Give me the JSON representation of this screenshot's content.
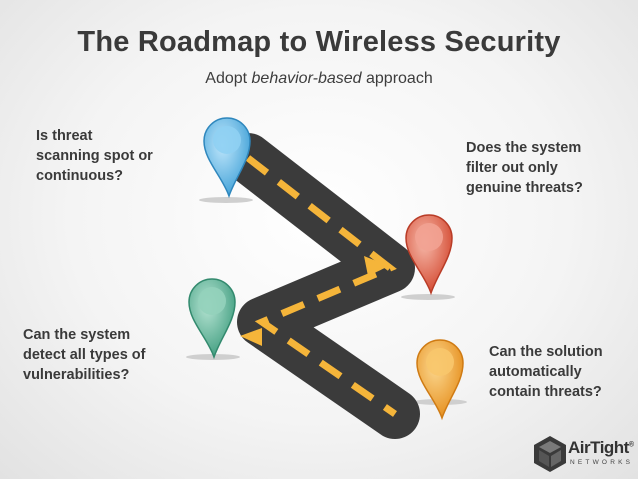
{
  "header": {
    "title": "The Roadmap to Wireless Security",
    "subtitle_prefix": "Adopt ",
    "subtitle_emphasis": "behavior-based",
    "subtitle_suffix": " approach"
  },
  "questions": [
    {
      "lines": [
        "Is threat",
        "scanning spot or",
        "continuous?"
      ],
      "pin_color": "#5ab7e6"
    },
    {
      "lines": [
        "Does the system",
        "filter out only",
        "genuine threats?"
      ],
      "pin_color": "#e0553e"
    },
    {
      "lines": [
        "Can the system",
        "detect all types of",
        "vulnerabilities?"
      ],
      "pin_color": "#4fae92"
    },
    {
      "lines": [
        "Can the solution",
        "automatically",
        "contain threats?"
      ],
      "pin_color": "#f2a12e"
    }
  ],
  "road": {
    "road_color": "#3d3d3d",
    "dash_color": "#f5b53a"
  },
  "logo": {
    "name": "AirTight",
    "reg": "®",
    "tagline": "NETWORKS",
    "icon": "cube-icon"
  }
}
